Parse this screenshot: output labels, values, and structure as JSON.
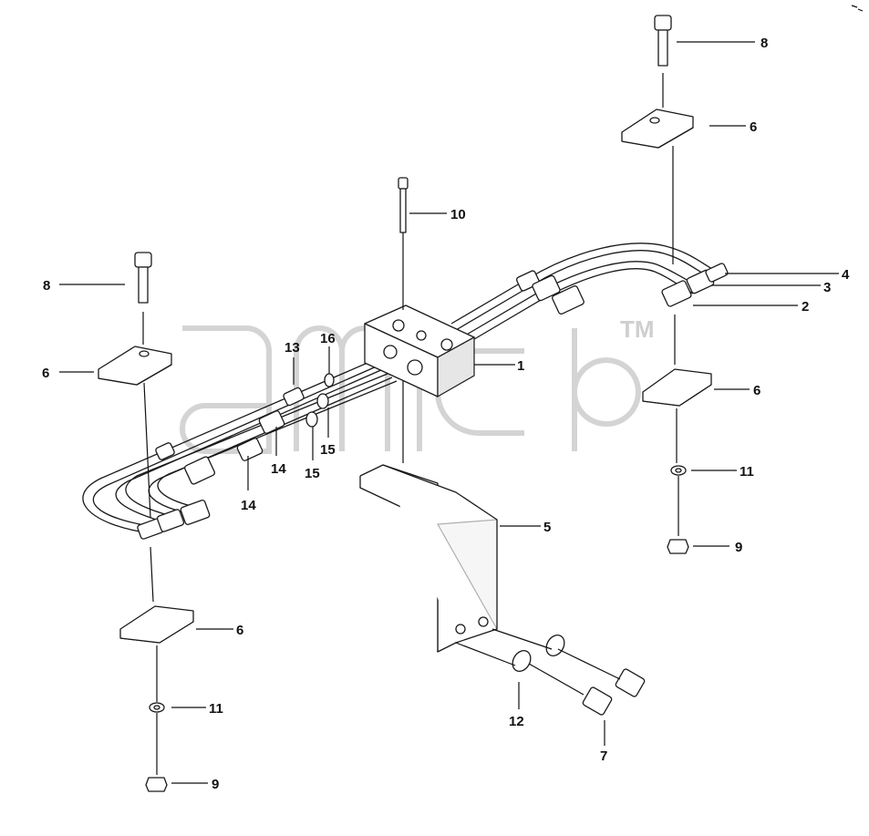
{
  "watermark": {
    "mark": "TM"
  },
  "callouts": {
    "c1": "1",
    "c2": "2",
    "c3": "3",
    "c4": "4",
    "c5": "5",
    "c6a": "6",
    "c6b": "6",
    "c6c": "6",
    "c6d": "6",
    "c7": "7",
    "c8a": "8",
    "c8b": "8",
    "c9a": "9",
    "c9b": "9",
    "c10": "10",
    "c11a": "11",
    "c11b": "11",
    "c12": "12",
    "c13": "13",
    "c14a": "14",
    "c14b": "14",
    "c15a": "15",
    "c15b": "15",
    "c16": "16"
  }
}
